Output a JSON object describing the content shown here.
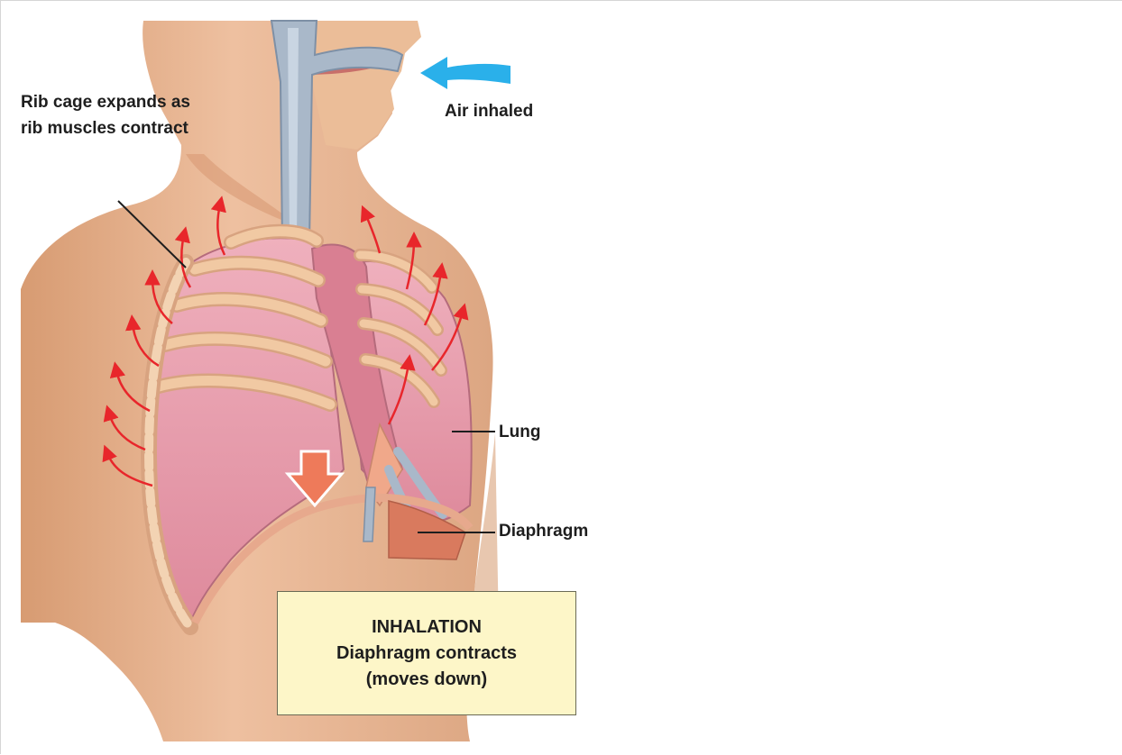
{
  "labels": {
    "rib_cage": "Rib cage expands as rib muscles contract",
    "air": "Air inhaled",
    "lung": "Lung",
    "diaphragm": "Diaphragm"
  },
  "caption": {
    "title": "INHALATION",
    "line1": "Diaphragm contracts",
    "line2": "(moves down)"
  },
  "colors": {
    "skin": "#e8b890",
    "lung": "#e79aaa",
    "rib": "#f1c9a3",
    "arrow_red": "#e8262b",
    "arrow_air": "#2ab0ea",
    "diaphragm_arrow": "#ee7a5a",
    "caption_bg": "#fdf6c8"
  }
}
